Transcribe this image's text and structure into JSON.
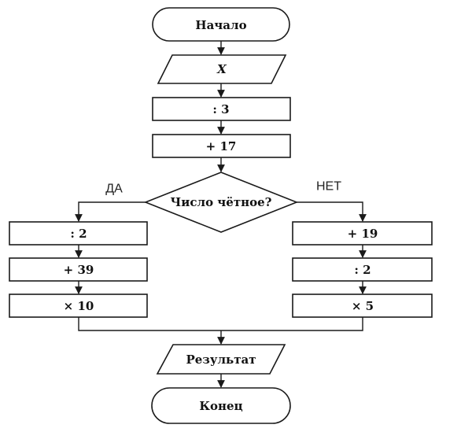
{
  "diagram": {
    "type": "flowchart",
    "start": "Начало",
    "input": "X",
    "steps_common": [
      ": 3",
      "+ 17"
    ],
    "condition": "Число чётное?",
    "yes_label": "ДА",
    "no_label": "НЕТ",
    "yes_branch": [
      ": 2",
      "+ 39",
      "× 10"
    ],
    "no_branch": [
      "+ 19",
      ": 2",
      "× 5"
    ],
    "output": "Результат",
    "end": "Конец"
  }
}
